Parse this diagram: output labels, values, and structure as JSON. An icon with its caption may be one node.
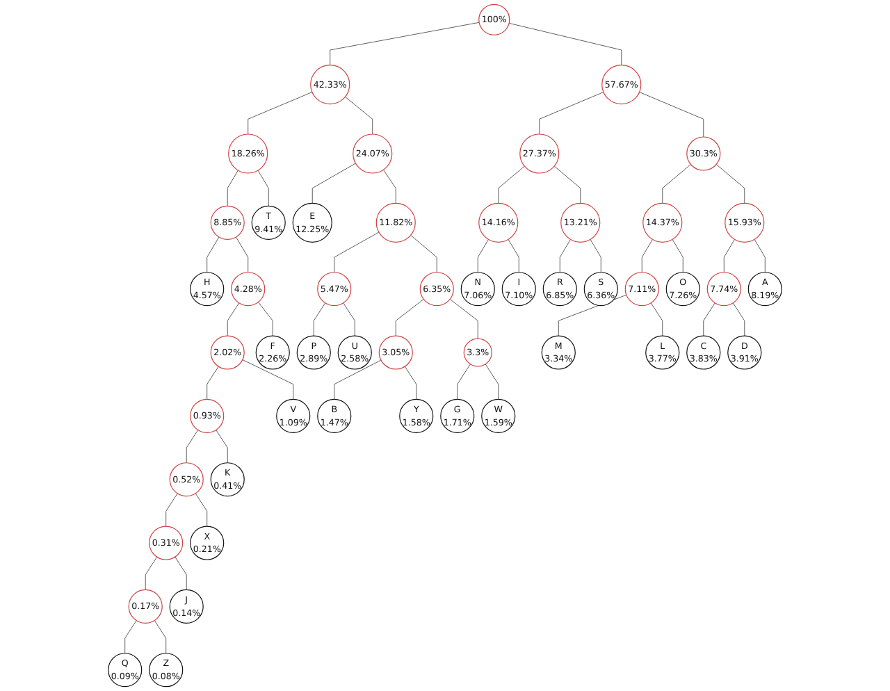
{
  "diagram": {
    "nodes": [
      {
        "text": [
          "100%"
        ]
      },
      {
        "text": [
          "42.33%"
        ]
      },
      {
        "text": [
          "57.67%"
        ]
      },
      {
        "text": [
          "18.26%"
        ]
      },
      {
        "text": [
          "24.07%"
        ]
      },
      {
        "text": [
          "27.37%"
        ]
      },
      {
        "text": [
          "30.3%"
        ]
      },
      {
        "text": [
          "8.85%"
        ]
      },
      {
        "text": [
          "T",
          "9.41%"
        ]
      },
      {
        "text": [
          "E",
          "12.25%"
        ]
      },
      {
        "text": [
          "11.82%"
        ]
      },
      {
        "text": [
          "14.16%"
        ]
      },
      {
        "text": [
          "13.21%"
        ]
      },
      {
        "text": [
          "14.37%"
        ]
      },
      {
        "text": [
          "15.93%"
        ]
      },
      {
        "text": [
          "H",
          "4.57%"
        ]
      },
      {
        "text": [
          "4.28%"
        ]
      },
      {
        "text": [
          "5.47%"
        ]
      },
      {
        "text": [
          "6.35%"
        ]
      },
      {
        "text": [
          "N",
          "7.06%"
        ]
      },
      {
        "text": [
          "I",
          "7.10%"
        ]
      },
      {
        "text": [
          "R",
          "6.85%"
        ]
      },
      {
        "text": [
          "S",
          "6.36%"
        ]
      },
      {
        "text": [
          "7.11%"
        ]
      },
      {
        "text": [
          "O",
          "7.26%"
        ]
      },
      {
        "text": [
          "7.74%"
        ]
      },
      {
        "text": [
          "A",
          "8.19%"
        ]
      },
      {
        "text": [
          "2.02%"
        ]
      },
      {
        "text": [
          "F",
          "2.26%"
        ]
      },
      {
        "text": [
          "P",
          "2.89%"
        ]
      },
      {
        "text": [
          "U",
          "2.58%"
        ]
      },
      {
        "text": [
          "3.05%"
        ]
      },
      {
        "text": [
          "3.3%"
        ]
      },
      {
        "text": [
          "M",
          "3.34%"
        ]
      },
      {
        "text": [
          "L",
          "3.77%"
        ]
      },
      {
        "text": [
          "C",
          "3.83%"
        ]
      },
      {
        "text": [
          "D",
          "3.91%"
        ]
      },
      {
        "text": [
          "B",
          "1.47%"
        ]
      },
      {
        "text": [
          "Y",
          "1.58%"
        ]
      },
      {
        "text": [
          "G",
          "1.71%"
        ]
      },
      {
        "text": [
          "W",
          "1.59%"
        ]
      },
      {
        "text": [
          "0.93%"
        ]
      },
      {
        "text": [
          "V",
          "1.09%"
        ]
      },
      {
        "text": [
          "0.52%"
        ]
      },
      {
        "text": [
          "K",
          "0.41%"
        ]
      },
      {
        "text": [
          "0.31%"
        ]
      },
      {
        "text": [
          "X",
          "0.21%"
        ]
      },
      {
        "text": [
          "0.17%"
        ]
      },
      {
        "text": [
          "J",
          "0.14%"
        ]
      },
      {
        "text": [
          "Q",
          "0.09%"
        ]
      },
      {
        "text": [
          "Z",
          "0.08%"
        ]
      }
    ],
    "edges": [
      {
        "from": 0,
        "to": 1,
        "arrow": "none"
      },
      {
        "from": 0,
        "to": 2,
        "arrow": "none"
      },
      {
        "from": 1,
        "to": 3,
        "arrow": "none"
      },
      {
        "from": 1,
        "to": 4,
        "arrow": "none"
      },
      {
        "from": 2,
        "to": 5,
        "arrow": "none"
      },
      {
        "from": 2,
        "to": 6,
        "arrow": "none"
      },
      {
        "from": 3,
        "to": 7,
        "arrow": "none"
      },
      {
        "from": 3,
        "to": 8,
        "arrow": "none"
      },
      {
        "from": 4,
        "to": 9,
        "arrow": "none"
      },
      {
        "from": 4,
        "to": 10,
        "arrow": "none"
      },
      {
        "from": 5,
        "to": 11,
        "arrow": "none"
      },
      {
        "from": 5,
        "to": 12,
        "arrow": "none"
      },
      {
        "from": 6,
        "to": 13,
        "arrow": "none"
      },
      {
        "from": 6,
        "to": 14,
        "arrow": "none"
      },
      {
        "from": 7,
        "to": 15,
        "arrow": "none"
      },
      {
        "from": 7,
        "to": 16,
        "arrow": "none"
      },
      {
        "from": 10,
        "to": 17,
        "arrow": "none"
      },
      {
        "from": 10,
        "to": 18,
        "arrow": "none"
      },
      {
        "from": 11,
        "to": 19,
        "arrow": "none"
      },
      {
        "from": 11,
        "to": 20,
        "arrow": "none"
      },
      {
        "from": 12,
        "to": 21,
        "arrow": "none"
      },
      {
        "from": 12,
        "to": 22,
        "arrow": "none"
      },
      {
        "from": 13,
        "to": 23,
        "arrow": "none"
      },
      {
        "from": 13,
        "to": 24,
        "arrow": "none"
      },
      {
        "from": 14,
        "to": 25,
        "arrow": "none"
      },
      {
        "from": 14,
        "to": 26,
        "arrow": "none"
      },
      {
        "from": 16,
        "to": 27,
        "arrow": "none"
      },
      {
        "from": 16,
        "to": 28,
        "arrow": "none"
      },
      {
        "from": 17,
        "to": 29,
        "arrow": "none"
      },
      {
        "from": 17,
        "to": 30,
        "arrow": "none"
      },
      {
        "from": 18,
        "to": 31,
        "arrow": "none"
      },
      {
        "from": 18,
        "to": 32,
        "arrow": "none"
      },
      {
        "from": 23,
        "to": 33,
        "arrow": "none"
      },
      {
        "from": 23,
        "to": 34,
        "arrow": "none"
      },
      {
        "from": 25,
        "to": 35,
        "arrow": "none"
      },
      {
        "from": 25,
        "to": 36,
        "arrow": "none"
      },
      {
        "from": 31,
        "to": 37,
        "arrow": "none"
      },
      {
        "from": 31,
        "to": 38,
        "arrow": "none"
      },
      {
        "from": 32,
        "to": 39,
        "arrow": "none"
      },
      {
        "from": 32,
        "to": 40,
        "arrow": "none"
      },
      {
        "from": 27,
        "to": 41,
        "arrow": "none"
      },
      {
        "from": 27,
        "to": 42,
        "arrow": "none"
      },
      {
        "from": 41,
        "to": 43,
        "arrow": "none"
      },
      {
        "from": 41,
        "to": 44,
        "arrow": "none"
      },
      {
        "from": 43,
        "to": 45,
        "arrow": "none"
      },
      {
        "from": 43,
        "to": 46,
        "arrow": "none"
      },
      {
        "from": 45,
        "to": 47,
        "arrow": "none"
      },
      {
        "from": 45,
        "to": 48,
        "arrow": "none"
      },
      {
        "from": 47,
        "to": 49,
        "arrow": "none"
      },
      {
        "from": 47,
        "to": 50,
        "arrow": "none"
      }
    ]
  }
}
